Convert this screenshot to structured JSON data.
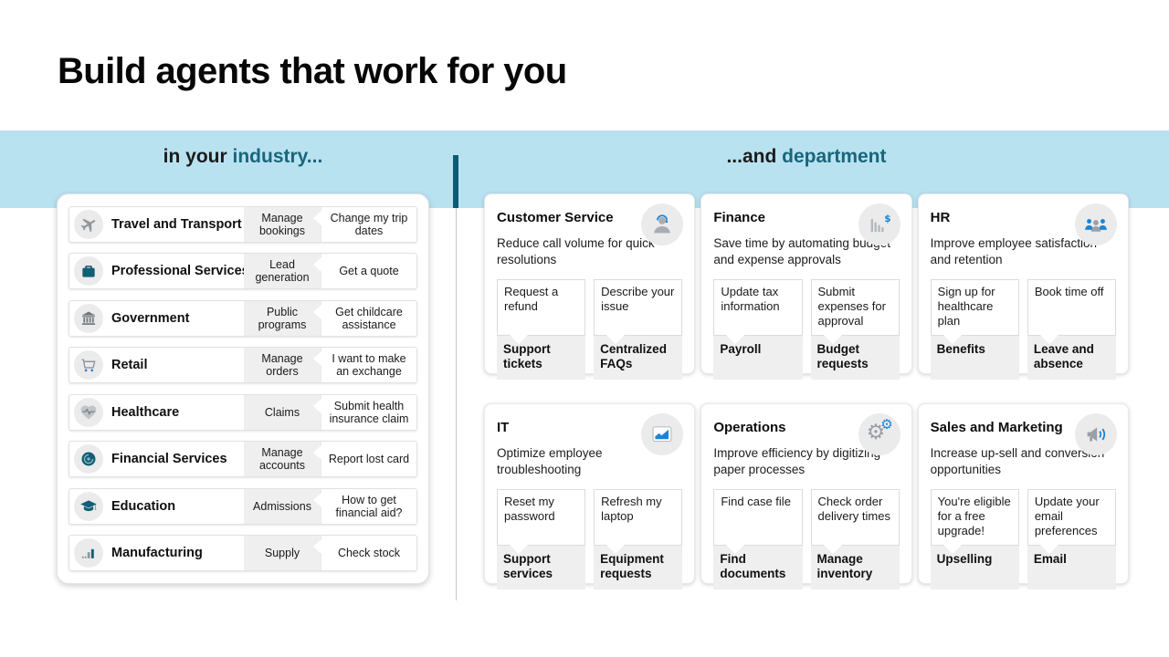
{
  "title": "Build agents that work for you",
  "headings": {
    "left": {
      "prefix": "in your ",
      "accent": "industry..."
    },
    "right": {
      "prefix": "...and ",
      "accent": "department"
    }
  },
  "industries": [
    {
      "name": "Travel and Transport",
      "icon": "airplane-icon",
      "topic": "Manage bookings",
      "utterance": "Change my trip dates"
    },
    {
      "name": "Professional Services",
      "icon": "briefcase-icon",
      "topic": "Lead generation",
      "utterance": "Get a quote"
    },
    {
      "name": "Government",
      "icon": "government-building-icon",
      "topic": "Public programs",
      "utterance": "Get childcare assistance"
    },
    {
      "name": "Retail",
      "icon": "shopping-cart-icon",
      "topic": "Manage orders",
      "utterance": "I want to make an exchange"
    },
    {
      "name": "Healthcare",
      "icon": "heart-pulse-icon",
      "topic": "Claims",
      "utterance": "Submit health insurance claim"
    },
    {
      "name": "Financial Services",
      "icon": "coin-icon",
      "topic": "Manage accounts",
      "utterance": "Report lost card"
    },
    {
      "name": "Education",
      "icon": "graduation-cap-icon",
      "topic": "Admissions",
      "utterance": "How to get financial aid?"
    },
    {
      "name": "Manufacturing",
      "icon": "factory-icon",
      "topic": "Supply",
      "utterance": "Check stock"
    }
  ],
  "departments": [
    {
      "name": "Customer Service",
      "icon": "support-person-icon",
      "description": "Reduce call volume for quick resolutions",
      "columns": [
        {
          "utterance": "Request a refund",
          "label": "Support tickets"
        },
        {
          "utterance": "Describe your issue",
          "label": "Centralized FAQs"
        }
      ]
    },
    {
      "name": "Finance",
      "icon": "bar-chart-dollar-icon",
      "description": "Save time by automating budget and expense approvals",
      "columns": [
        {
          "utterance": "Update tax information",
          "label": "Payroll"
        },
        {
          "utterance": "Submit expenses for approval",
          "label": "Budget requests"
        }
      ]
    },
    {
      "name": "HR",
      "icon": "people-group-icon",
      "description": "Improve employee satisfaction and retention",
      "columns": [
        {
          "utterance": "Sign up for healthcare plan",
          "label": "Benefits"
        },
        {
          "utterance": "Book time off",
          "label": "Leave and absence"
        }
      ]
    },
    {
      "name": "IT",
      "icon": "monitor-chart-icon",
      "description": "Optimize employee troubleshooting",
      "columns": [
        {
          "utterance": "Reset my password",
          "label": "Support services"
        },
        {
          "utterance": "Refresh my laptop",
          "label": "Equipment requests"
        }
      ]
    },
    {
      "name": "Operations",
      "icon": "gears-icon",
      "description": "Improve efficiency by digitizing paper processes",
      "columns": [
        {
          "utterance": "Find case file",
          "label": "Find documents"
        },
        {
          "utterance": "Check order delivery times",
          "label": "Manage inventory"
        }
      ]
    },
    {
      "name": "Sales and Marketing",
      "icon": "megaphone-icon",
      "description": "Increase up-sell and conversion opportunities",
      "columns": [
        {
          "utterance": "You're eligible for a free upgrade!",
          "label": "Upselling"
        },
        {
          "utterance": "Update your email preferences",
          "label": "Email"
        }
      ]
    }
  ],
  "colors": {
    "band_blue": "#b9e2f1",
    "accent_teal": "#19657c",
    "divider_teal": "#0d5a73",
    "icon_blue": "#1b84d6",
    "icon_gray": "#9aa0a6",
    "icon_dark_teal": "#115e75",
    "box_gray": "#efefef"
  }
}
